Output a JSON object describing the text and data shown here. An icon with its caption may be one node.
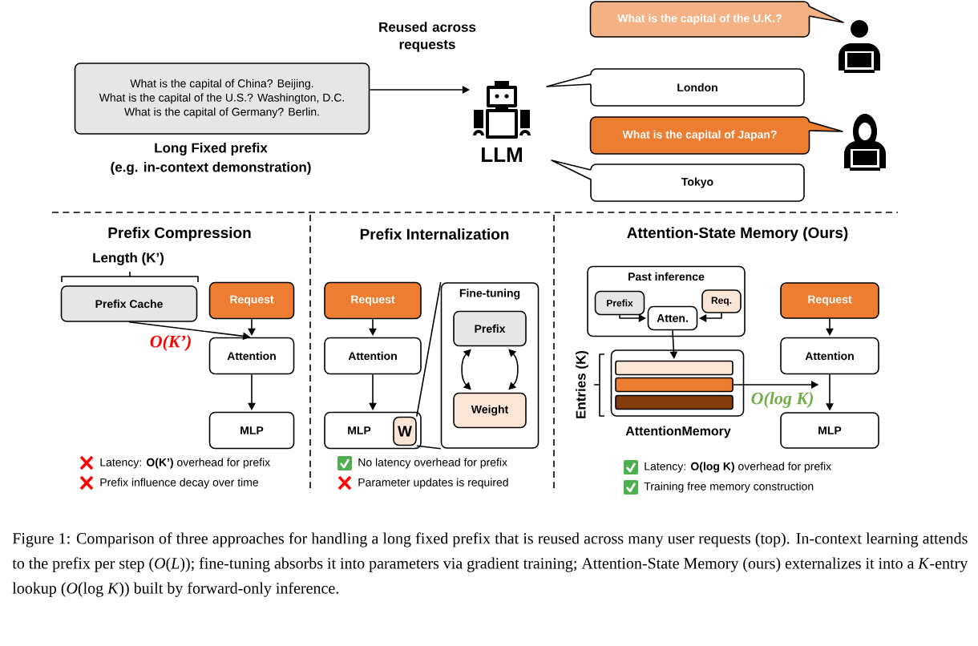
{
  "diagram": {
    "nodes": [
      {
        "text": [
          "What is the capital of China? Beijing.",
          "What is the capital of the U.S.? Washington, D.C.",
          "What is the capital of Germany? Berlin."
        ],
        "beside": [
          "Long Fixed prefix",
          "(e.g. in-context demonstration)"
        ]
      },
      {
        "text": [
          "LLM"
        ]
      },
      {
        "text": [
          "What is the capital of the U.K.?"
        ]
      },
      {
        "text": [
          "London"
        ]
      },
      {
        "text": [
          "What is the capital of Japan?"
        ]
      },
      {
        "text": [
          "Tokyo"
        ]
      },
      {
        "text": [],
        "shape": "person"
      },
      {
        "text": [],
        "shape": "person"
      },
      {
        "text": [
          "Prefix Cache"
        ]
      },
      {
        "text": [
          "Request"
        ]
      },
      {
        "text": [
          "Attention"
        ]
      },
      {
        "text": [
          "MLP"
        ]
      },
      {
        "text": [
          "Request"
        ]
      },
      {
        "text": [
          "Attention"
        ]
      },
      {
        "text": [
          "MLP"
        ]
      },
      {
        "text": [
          "W"
        ],
        "in": 14
      },
      {
        "text": [
          "Fine-tuning"
        ]
      },
      {
        "text": [
          "Prefix"
        ],
        "in": 16
      },
      {
        "text": [
          "Weight"
        ],
        "in": 16
      },
      {
        "text": [
          "Past inference"
        ]
      },
      {
        "text": [
          "Prefix"
        ],
        "in": 19
      },
      {
        "text": [
          "Atten."
        ],
        "in": 19
      },
      {
        "text": [
          "Req."
        ],
        "in": 19
      },
      {
        "text": [
          "AttentionMemory"
        ]
      },
      {
        "text": [],
        "shape": "bar",
        "in": 23
      },
      {
        "text": [],
        "shape": "bar",
        "in": 23
      },
      {
        "text": [],
        "shape": "bar",
        "in": 23
      },
      {
        "text": [
          "Request"
        ]
      },
      {
        "text": [
          "Attention"
        ]
      },
      {
        "text": [
          "MLP"
        ]
      }
    ],
    "edges": [
      {
        "from": 0,
        "to": 1,
        "arrow": "to",
        "label": "Reused across requests"
      },
      {
        "from": 8,
        "to": 10,
        "arrow": "to",
        "label": "O(K’)"
      },
      {
        "from": 9,
        "to": 10,
        "arrow": "to"
      },
      {
        "from": 10,
        "to": 11,
        "arrow": "to"
      },
      {
        "from": 12,
        "to": 13,
        "arrow": "to"
      },
      {
        "from": 13,
        "to": 14,
        "arrow": "to"
      },
      {
        "from": 15,
        "to": 16,
        "arrow": "none"
      },
      {
        "from": 15,
        "to": 16,
        "arrow": "none"
      },
      {
        "from": 17,
        "to": 18,
        "arrow": "both"
      },
      {
        "from": 17,
        "to": 18,
        "arrow": "both"
      },
      {
        "from": 20,
        "to": 21,
        "arrow": "to"
      },
      {
        "from": 22,
        "to": 21,
        "arrow": "to"
      },
      {
        "from": 21,
        "to": 24,
        "arrow": "to"
      },
      {
        "from": 25,
        "to": 28,
        "arrow": "to",
        "label": "O(log K)"
      },
      {
        "from": 27,
        "to": 28,
        "arrow": "to"
      },
      {
        "from": 28,
        "to": 29,
        "arrow": "to"
      }
    ],
    "labels": [
      "Prefix Compression",
      "Prefix Internalization",
      "Attention-State Memory (Ours)",
      "Length (K’)",
      "Entries (K)",
      "Latency: **O(K’)** overhead for prefix",
      "Prefix influence decay over time",
      "No latency overhead for prefix",
      "Parameter updates is required",
      "Latency: **O(log K)** overhead for prefix",
      "Training free memory construction"
    ],
    "caption": "Figure 1: Comparison of three approaches for handling a long fixed prefix that is reused across many user requests (top). In-context learning attends to the prefix per step (*O*(*L*)); fine-tuning absorbs it into parameters via gradient training; Attention-State Memory (ours) externalizes it into a *K*-entry lookup (*O*(log *K*)) built by forward-only inference."
  }
}
